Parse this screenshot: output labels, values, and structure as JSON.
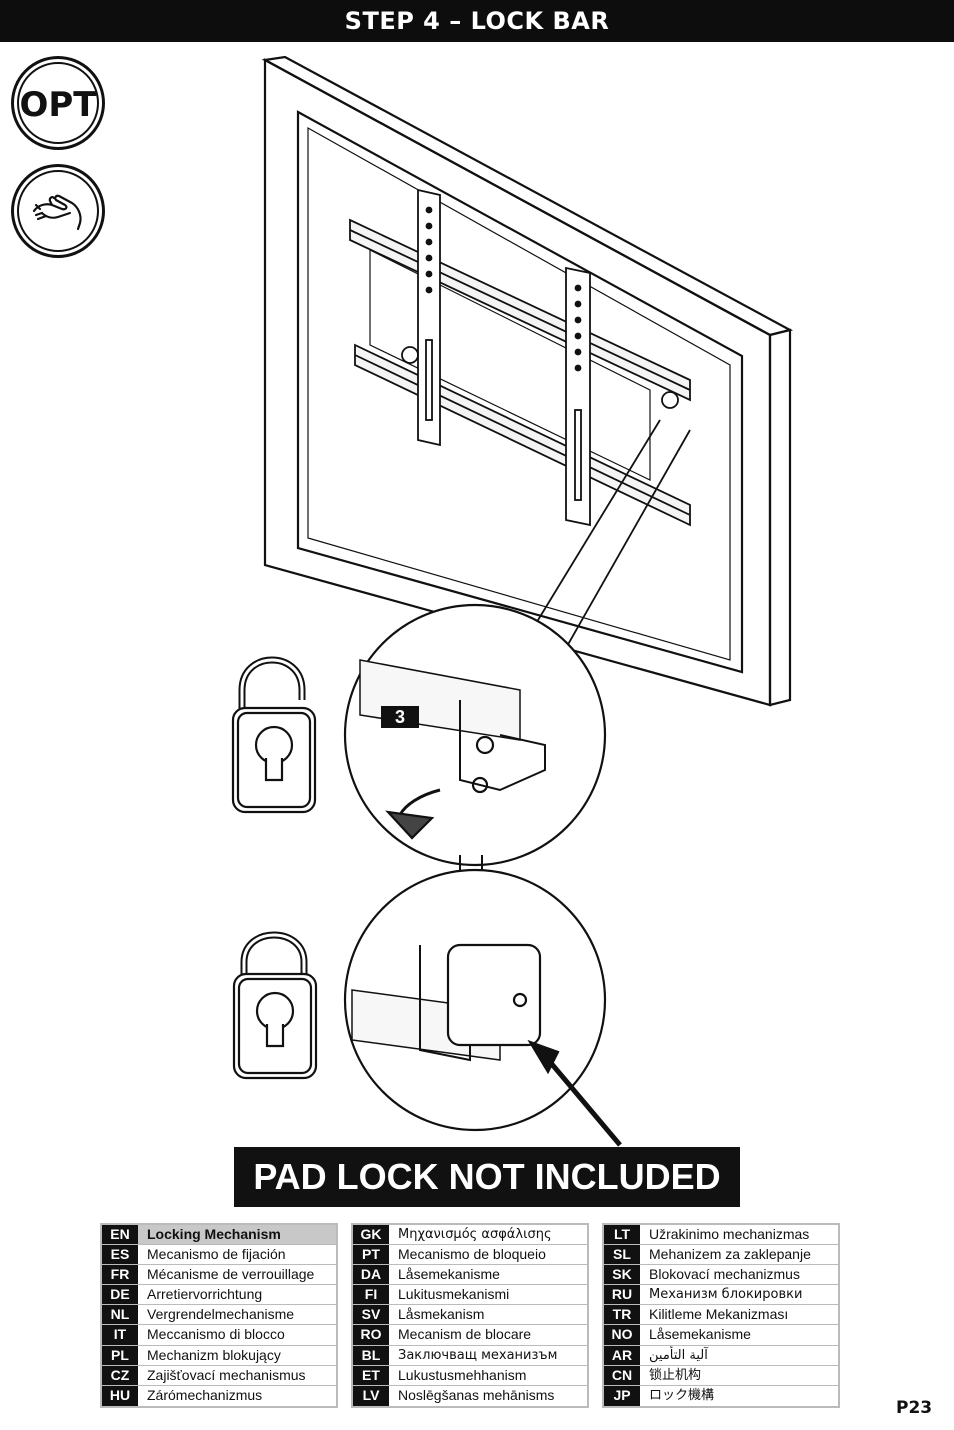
{
  "header": {
    "title": "STEP 4 – LOCK BAR"
  },
  "badges": {
    "opt_label": "OPT",
    "hand_icon": "hand-icon"
  },
  "illustration": {
    "callout_number": "3",
    "icons": [
      "tv-frame-icon",
      "wall-bracket-icon",
      "unlocked-padlock-icon",
      "locked-padlock-icon"
    ]
  },
  "notice": {
    "text": "PAD LOCK NOT INCLUDED"
  },
  "languages": {
    "column1": [
      {
        "code": "EN",
        "text": "Locking Mechanism"
      },
      {
        "code": "ES",
        "text": "Mecanismo de fijación"
      },
      {
        "code": "FR",
        "text": "Mécanisme de verrouillage"
      },
      {
        "code": "DE",
        "text": "Arretiervorrichtung"
      },
      {
        "code": "NL",
        "text": "Vergrendelmechanisme"
      },
      {
        "code": "IT",
        "text": "Meccanismo di blocco"
      },
      {
        "code": "PL",
        "text": "Mechanizm blokujący"
      },
      {
        "code": "CZ",
        "text": "Zajišťovací mechanismus"
      },
      {
        "code": "HU",
        "text": "Zárómechanizmus"
      }
    ],
    "column2": [
      {
        "code": "GK",
        "text": "Μηχανισμός ασφάλισης"
      },
      {
        "code": "PT",
        "text": "Mecanismo de bloqueio"
      },
      {
        "code": "DA",
        "text": "Låsemekanisme"
      },
      {
        "code": "FI",
        "text": "Lukitusmekanismi"
      },
      {
        "code": "SV",
        "text": "Låsmekanism"
      },
      {
        "code": "RO",
        "text": "Mecanism de blocare"
      },
      {
        "code": "BL",
        "text": "Заключващ механизъм"
      },
      {
        "code": "ET",
        "text": "Lukustusmehhanism"
      },
      {
        "code": "LV",
        "text": "Noslēgšanas mehānisms"
      }
    ],
    "column3": [
      {
        "code": "LT",
        "text": "Užrakinimo mechanizmas"
      },
      {
        "code": "SL",
        "text": "Mehanizem za zaklepanje"
      },
      {
        "code": "SK",
        "text": "Blokovací mechanizmus"
      },
      {
        "code": "RU",
        "text": "Механизм блокировки"
      },
      {
        "code": "TR",
        "text": "Kilitleme Mekanizması"
      },
      {
        "code": "NO",
        "text": "Låsemekanisme"
      },
      {
        "code": "AR",
        "text": "آلية التأمين"
      },
      {
        "code": "CN",
        "text": "锁止机构"
      },
      {
        "code": "JP",
        "text": "ロック機構"
      }
    ]
  },
  "page": {
    "number": "P23"
  }
}
